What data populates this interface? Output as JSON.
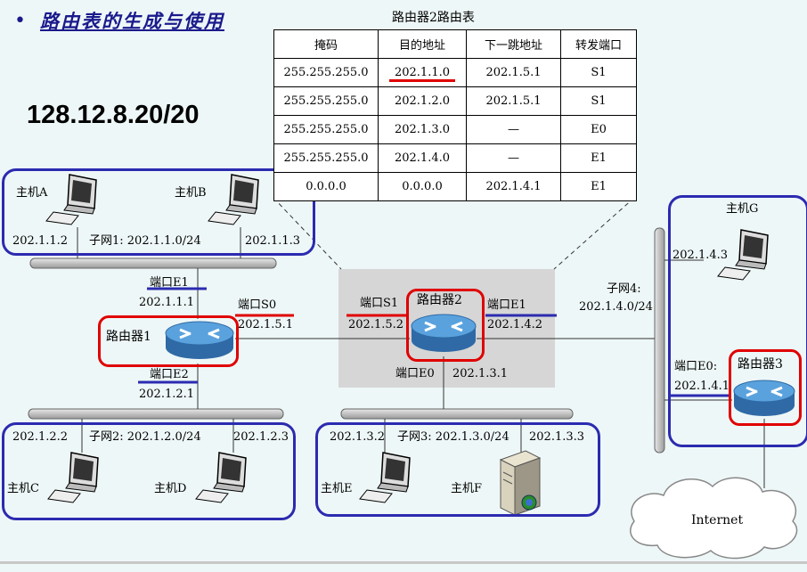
{
  "title": "路由表的生成与使用",
  "big_ip": "128.12.8.20/20",
  "routing_table": {
    "title": "路由器2路由表",
    "headers": [
      "掩码",
      "目的地址",
      "下一跳地址",
      "转发端口"
    ],
    "rows": [
      [
        "255.255.255.0",
        "202.1.1.0",
        "202.1.5.1",
        "S1"
      ],
      [
        "255.255.255.0",
        "202.1.2.0",
        "202.1.5.1",
        "S1"
      ],
      [
        "255.255.255.0",
        "202.1.3.0",
        "—",
        "E0"
      ],
      [
        "255.255.255.0",
        "202.1.4.0",
        "—",
        "E1"
      ],
      [
        "0.0.0.0",
        "0.0.0.0",
        "202.1.4.1",
        "E1"
      ]
    ],
    "highlight": "202.1.1.0"
  },
  "hosts": {
    "a": {
      "name": "主机A",
      "ip": "202.1.1.2"
    },
    "b": {
      "name": "主机B",
      "ip": "202.1.1.3"
    },
    "c": {
      "name": "主机C",
      "ip": "202.1.2.2"
    },
    "d": {
      "name": "主机D",
      "ip": "202.1.2.3"
    },
    "e": {
      "name": "主机E",
      "ip": "202.1.3.2"
    },
    "f": {
      "name": "主机F",
      "ip": "202.1.3.3"
    },
    "g": {
      "name": "主机G",
      "ip": "202.1.4.3"
    }
  },
  "subnets": {
    "s1": "子网1:  202.1.1.0/24",
    "s2": "子网2: 202.1.2.0/24",
    "s3": "子网3: 202.1.3.0/24",
    "s4_name": "子网4:",
    "s4_addr": "202.1.4.0/24"
  },
  "routers": {
    "r1": {
      "name": "路由器1",
      "e1_label": "端口E1",
      "e1_ip": "202.1.1.1",
      "s0_label": "端口S0",
      "s0_ip": "202.1.5.1",
      "e2_label": "端口E2",
      "e2_ip": "202.1.2.1"
    },
    "r2": {
      "name": "路由器2",
      "s1_label": "端口S1",
      "s1_ip": "202.1.5.2",
      "e1_label": "端口E1",
      "e1_ip": "202.1.4.2",
      "e0_label": "端口E0",
      "e0_ip": "202.1.3.1"
    },
    "r3": {
      "name": "路由器3",
      "e0_label": "端口E0:",
      "e0_ip": "202.1.4.1"
    }
  },
  "internet": "Internet",
  "colors": {
    "blue_outline": "#2b2bb0",
    "red_outline": "#e00000",
    "router_blue": "#3a7fc0"
  }
}
